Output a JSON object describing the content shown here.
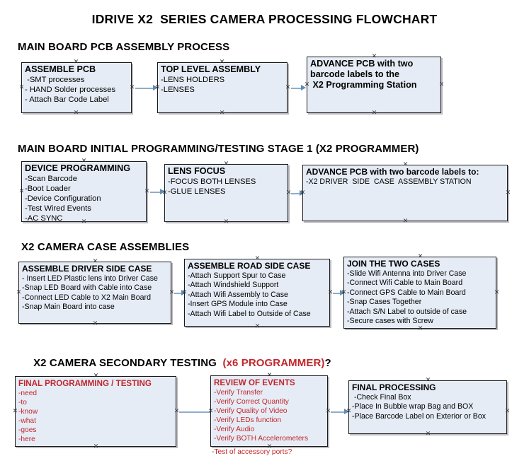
{
  "document": {
    "title": "IDRIVE X2  SERIES CAMERA PROCESSING FLOWCHART"
  },
  "colors": {
    "box_fill": "#e6ecf5",
    "box_border": "#1a1a1a",
    "connector": "#8fadc9",
    "red_text": "#c0272d",
    "text": "#000000"
  },
  "sections": [
    {
      "id": "main-board-pcb-assembly",
      "heading": "MAIN BOARD PCB ASSEMBLY PROCESS",
      "heading_red": "",
      "heading_tail": "",
      "boxes": [
        {
          "id": "assemble-pcb",
          "title": "ASSEMBLE PCB",
          "lines": [
            " -SMT processes",
            "- HAND Solder processes",
            "- Attach Bar Code Label"
          ]
        },
        {
          "id": "top-level-assembly",
          "title": "TOP LEVEL ASSEMBLY",
          "lines": [
            "-LENS HOLDERS",
            "-LENSES"
          ]
        },
        {
          "id": "advance-pcb-to-x2-programming-station",
          "title": "ADVANCE PCB with two",
          "lines": [
            "barcode labels to the",
            " X2 Programming Station"
          ]
        }
      ]
    },
    {
      "id": "main-board-initial-programming",
      "heading": "MAIN BOARD INITIAL PROGRAMMING/TESTING STAGE 1 (X2 PROGRAMMER)",
      "boxes": [
        {
          "id": "device-programming",
          "title": "DEVICE PROGRAMMING",
          "lines": [
            "-Scan Barcode",
            "-Boot Loader",
            "-Device Configuration",
            "-Test Wired Events",
            "-AC SYNC"
          ]
        },
        {
          "id": "lens-focus",
          "title": "LENS FOCUS",
          "lines": [
            "-FOCUS BOTH LENSES",
            "-GLUE LENSES"
          ]
        },
        {
          "id": "advance-pcb-to-driver-side-case",
          "title": "ADVANCE PCB with two barcode labels to:",
          "lines": [
            "-X2 DRIVER  SIDE  CASE  ASSEMBLY STATION"
          ]
        }
      ]
    },
    {
      "id": "x2-camera-case-assemblies",
      "heading": "X2 CAMERA CASE ASSEMBLIES",
      "boxes": [
        {
          "id": "assemble-driver-side-case",
          "title": "ASSEMBLE DRIVER SIDE CASE",
          "lines": [
            "- Insert LED Plastic lens into Driver Case",
            "-Snap LED Board with Cable into Case",
            "-Connect LED Cable to X2 Main Board",
            "-Snap Main Board into case"
          ]
        },
        {
          "id": "assemble-road-side-case",
          "title": "ASSEMBLE ROAD SIDE CASE",
          "lines": [
            "-Attach Support Spur to Case",
            "-Attach Windshield Support",
            "-Attach Wifi Assembly to Case",
            "-Insert GPS Module into Case",
            "-Attach Wifi Label to Outside of Case"
          ]
        },
        {
          "id": "join-the-two-cases",
          "title": "JOIN THE TWO CASES",
          "lines": [
            "-Slide Wifi Antenna into Driver Case",
            "-Connect Wifi Cable to Main Board",
            "-Connect GPS Cable to Main Board",
            "-Snap Cases Together",
            "-Attach S/N Label to outside of case",
            "-Secure cases with Screw"
          ]
        }
      ]
    },
    {
      "id": "x2-camera-secondary-testing",
      "heading": "X2 CAMERA SECONDARY TESTING  ",
      "heading_red": "(x6 PROGRAMMER)",
      "heading_tail": "?",
      "boxes": [
        {
          "id": "final-programming-testing",
          "title": "FINAL PROGRAMMING / TESTING",
          "lines": [
            "-need",
            "-to",
            "-know",
            "-what",
            "-goes",
            "-here"
          ]
        },
        {
          "id": "review-of-events",
          "title": "REVIEW OF EVENTS",
          "lines": [
            "-Verify Transfer",
            "-Verify Correct Quantity",
            "-Verify Quality of Video",
            "-Verify LEDs function",
            "-Verify Audio",
            "-Verify BOTH Accelerometers"
          ],
          "overflow_line": "-Test of accessory ports?"
        },
        {
          "id": "final-processing",
          "title": "FINAL PROCESSING",
          "lines": [
            " -Check Final Box",
            "-Place In Bubble wrap Bag and BOX",
            "-Place Barcode Label on Exterior or Box"
          ]
        }
      ]
    }
  ]
}
